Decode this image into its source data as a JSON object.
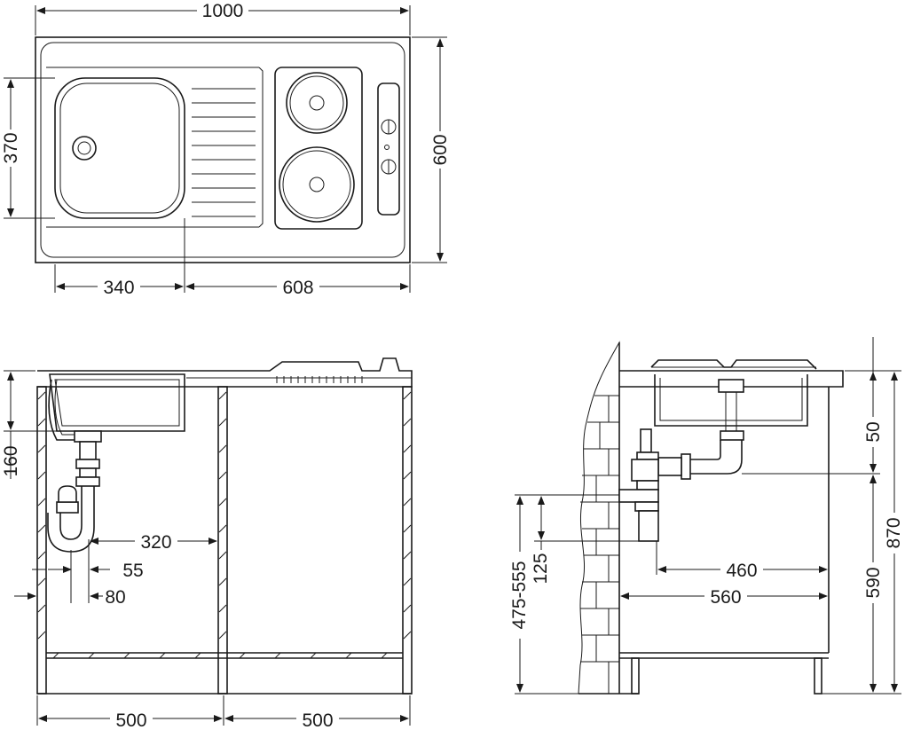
{
  "top_view": {
    "overall_width": "1000",
    "overall_depth": "600",
    "sink_depth": "370",
    "sink_width": "340",
    "sink_to_right_edge": "608"
  },
  "front_view": {
    "drain_height": "160",
    "siphon_offset": "320",
    "pipe_offset_1": "55",
    "pipe_offset_2": "80",
    "left_cabinet_width": "500",
    "right_cabinet_width": "500"
  },
  "side_view": {
    "drain_drop": "50",
    "total_height": "870",
    "outlet_height": "590",
    "wall_connection_range": "475-555",
    "wall_connection_offset": "125",
    "outlet_depth": "460",
    "cabinet_depth": "560"
  }
}
